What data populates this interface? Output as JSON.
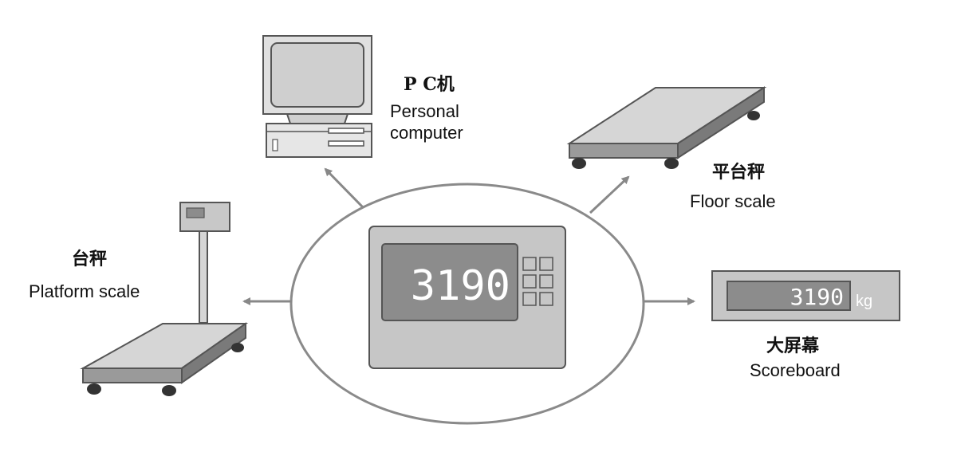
{
  "indicator": {
    "display_value": "3190"
  },
  "devices": {
    "pc": {
      "label_cn": "P C机",
      "label_en_line1": "Personal",
      "label_en_line2": "computer"
    },
    "floor_scale": {
      "label_cn": "平台秤",
      "label_en": "Floor scale"
    },
    "platform_scale": {
      "label_cn": "台秤",
      "label_en": "Platform scale"
    },
    "scoreboard": {
      "label_cn": "大屏幕",
      "label_en": "Scoreboard",
      "display_value": "3190",
      "unit": "kg"
    }
  },
  "colors": {
    "outline": "#555555",
    "body_fill": "#c6c6c6",
    "screen_fill": "#8c8c8c",
    "arrow": "#888888"
  }
}
